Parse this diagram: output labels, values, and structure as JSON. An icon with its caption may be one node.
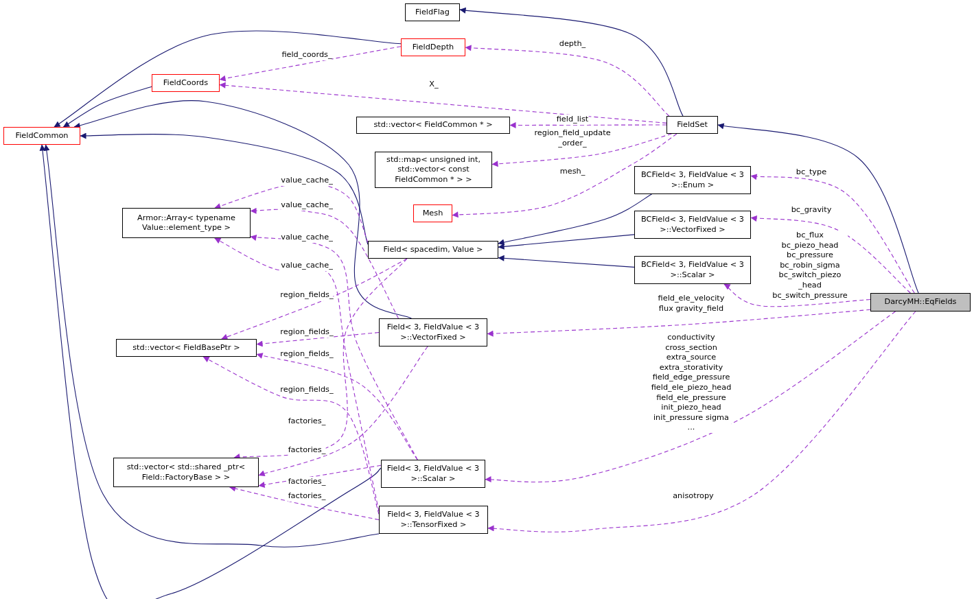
{
  "diagram": {
    "nodes": [
      {
        "text": [
          "FieldFlag"
        ]
      },
      {
        "text": [
          "FieldDepth"
        ]
      },
      {
        "text": [
          "FieldCoords"
        ]
      },
      {
        "text": [
          "std::vector< FieldCommon * >"
        ]
      },
      {
        "text": [
          "FieldSet"
        ]
      },
      {
        "text": [
          "FieldCommon"
        ]
      },
      {
        "text": [
          "std::map< unsigned int, std::vector< const FieldCommon * > >"
        ]
      },
      {
        "text": [
          "BCField< 3, FieldValue < 3 >::Enum >"
        ]
      },
      {
        "text": [
          "Armor::Array< typename Value::element_type >"
        ]
      },
      {
        "text": [
          "Mesh"
        ]
      },
      {
        "text": [
          "BCField< 3, FieldValue < 3 >::VectorFixed >"
        ]
      },
      {
        "text": [
          "Field< spacedim, Value >"
        ]
      },
      {
        "text": [
          "BCField< 3, FieldValue < 3 >::Scalar >"
        ]
      },
      {
        "text": [
          "DarcyMH::EqFields"
        ]
      },
      {
        "text": [
          "std::vector< FieldBasePtr >"
        ]
      },
      {
        "text": [
          "Field< 3, FieldValue < 3 >::VectorFixed >"
        ]
      },
      {
        "text": [
          "std::vector< std::shared _ptr< Field::FactoryBase > >"
        ]
      },
      {
        "text": [
          "Field< 3, FieldValue < 3 >::Scalar >"
        ]
      },
      {
        "text": [
          "Field< 3, FieldValue < 3 >::TensorFixed >"
        ]
      }
    ],
    "edges": [
      {
        "from": 4,
        "to": 0,
        "arrow": "to",
        "color": "#191970"
      },
      {
        "from": 1,
        "to": 5,
        "arrow": "to",
        "color": "#191970"
      },
      {
        "from": 2,
        "to": 5,
        "arrow": "to",
        "color": "#191970"
      },
      {
        "from": 15,
        "to": 5,
        "arrow": "to",
        "color": "#191970"
      },
      {
        "from": 11,
        "to": 5,
        "arrow": "to",
        "color": "#191970"
      },
      {
        "from": 18,
        "to": 5,
        "arrow": "to",
        "color": "#191970"
      },
      {
        "from": 17,
        "to": 5,
        "arrow": "to",
        "color": "#191970"
      },
      {
        "from": 7,
        "to": 11,
        "arrow": "to",
        "color": "#191970"
      },
      {
        "from": 10,
        "to": 11,
        "arrow": "to",
        "color": "#191970"
      },
      {
        "from": 12,
        "to": 11,
        "arrow": "to",
        "color": "#191970"
      },
      {
        "from": 13,
        "to": 4,
        "arrow": "to",
        "color": "#191970"
      },
      {
        "from": 1,
        "to": 2,
        "arrow": "to",
        "label": "field_coords_",
        "style": "dashed"
      },
      {
        "from": 4,
        "to": 1,
        "arrow": "to",
        "label": "depth_",
        "style": "dashed"
      },
      {
        "from": 4,
        "to": 2,
        "arrow": "to",
        "label": "X_",
        "style": "dashed"
      },
      {
        "from": 4,
        "to": 3,
        "arrow": "to",
        "label": "field_list",
        "style": "dashed"
      },
      {
        "from": 4,
        "to": 6,
        "arrow": "to",
        "label": "region_field_update _order_",
        "style": "dashed"
      },
      {
        "from": 4,
        "to": 9,
        "arrow": "to",
        "label": "mesh_",
        "style": "dashed"
      },
      {
        "from": 13,
        "to": 7,
        "arrow": "to",
        "label": "bc_type",
        "style": "dashed"
      },
      {
        "from": 13,
        "to": 10,
        "arrow": "to",
        "label": "bc_gravity",
        "style": "dashed"
      },
      {
        "from": 13,
        "to": 12,
        "arrow": "to",
        "label": "bc_flux bc_piezo_head bc_pressure bc_robin_sigma bc_switch_piezo _head bc_switch_pressure",
        "style": "dashed"
      },
      {
        "from": 13,
        "to": 15,
        "arrow": "to",
        "label": "field_ele_velocity flux gravity_field",
        "style": "dashed"
      },
      {
        "from": 13,
        "to": 17,
        "arrow": "to",
        "label": "conductivity cross_section extra_source extra_storativity field_edge_pressure field_ele_piezo_head field_ele_pressure init_piezo_head init_pressure sigma ...",
        "style": "dashed"
      },
      {
        "from": 13,
        "to": 18,
        "arrow": "to",
        "label": "anisotropy",
        "style": "dashed"
      },
      {
        "from": 11,
        "to": 8,
        "arrow": "to",
        "label": "value_cache_",
        "style": "dashed"
      },
      {
        "from": 15,
        "to": 8,
        "arrow": "to",
        "label": "value_cache_",
        "style": "dashed"
      },
      {
        "from": 17,
        "to": 8,
        "arrow": "to",
        "label": "value_cache_",
        "style": "dashed"
      },
      {
        "from": 18,
        "to": 8,
        "arrow": "to",
        "label": "value_cache_",
        "style": "dashed"
      },
      {
        "from": 11,
        "to": 14,
        "arrow": "to",
        "label": "region_fields_",
        "style": "dashed"
      },
      {
        "from": 15,
        "to": 14,
        "arrow": "to",
        "label": "region_fields_",
        "style": "dashed"
      },
      {
        "from": 17,
        "to": 14,
        "arrow": "to",
        "label": "region_fields_",
        "style": "dashed"
      },
      {
        "from": 18,
        "to": 14,
        "arrow": "to",
        "label": "region_fields_",
        "style": "dashed"
      },
      {
        "from": 11,
        "to": 16,
        "arrow": "to",
        "label": "factories_",
        "style": "dashed"
      },
      {
        "from": 15,
        "to": 16,
        "arrow": "to",
        "label": "factories_",
        "style": "dashed"
      },
      {
        "from": 17,
        "to": 16,
        "arrow": "to",
        "label": "factories_",
        "style": "dashed"
      },
      {
        "from": 18,
        "to": 16,
        "arrow": "to",
        "label": "factories_",
        "style": "dashed"
      }
    ]
  }
}
